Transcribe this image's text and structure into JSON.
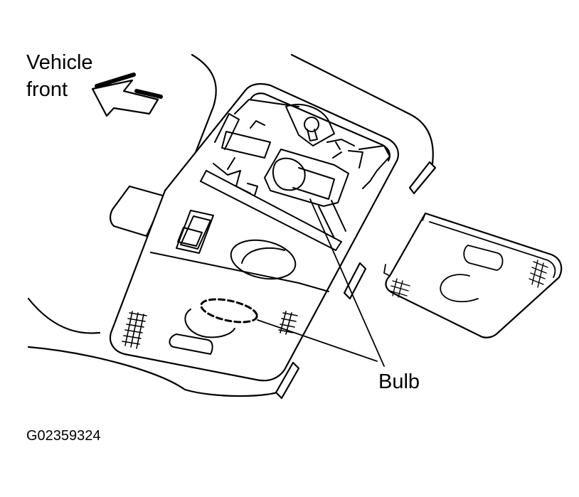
{
  "labels": {
    "vehicle_front_line1": "Vehicle",
    "vehicle_front_line2": "front",
    "bulb": "Bulb",
    "figure_id": "G02359324"
  },
  "colors": {
    "line": "#000000",
    "background": "#ffffff"
  }
}
